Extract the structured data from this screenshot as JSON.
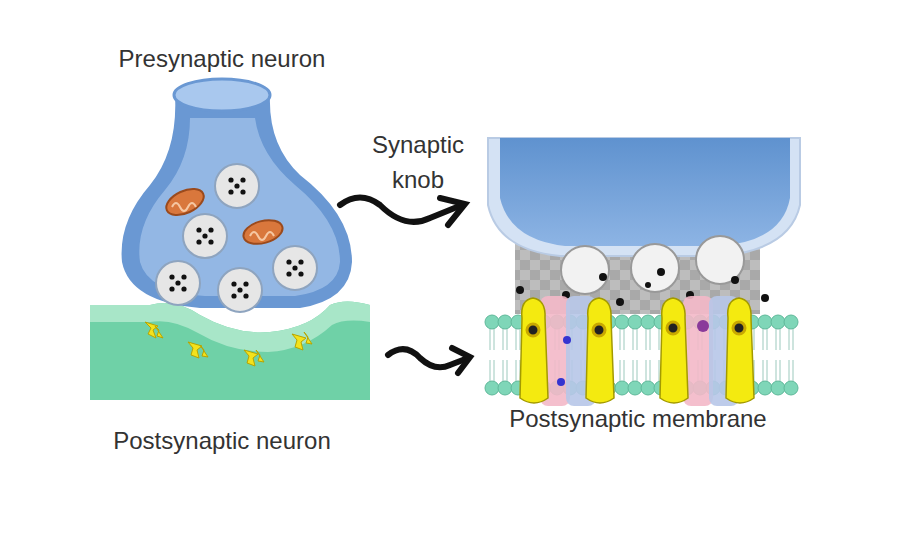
{
  "diagram": {
    "labels": [
      "Presynaptic neuron",
      "Synaptic knob",
      "Postsynaptic neuron",
      "Postsynaptic membrane"
    ]
  }
}
